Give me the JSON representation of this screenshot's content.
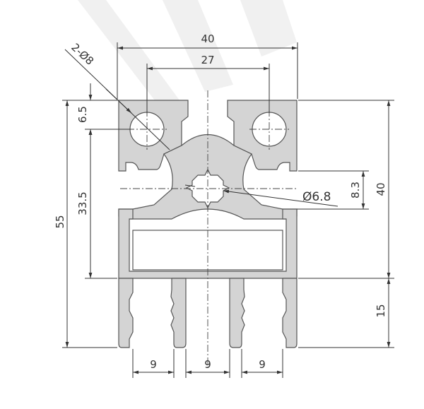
{
  "dimensions": {
    "overall_width": "40",
    "hole_spacing": "27",
    "hole_callout": "2-Ø8",
    "hole_offset": "6.5",
    "upper_height": "40",
    "center_bore": "Ø6.8",
    "center_offset": "8.3",
    "total_height": "55",
    "cavity_height": "33.5",
    "fin_height": "15",
    "fin_pitch_1": "9",
    "fin_pitch_2": "9",
    "fin_pitch_3": "9"
  },
  "colors": {
    "profile_fill": "#d4d4d4",
    "outline": "#555555",
    "dimension": "#333333"
  }
}
